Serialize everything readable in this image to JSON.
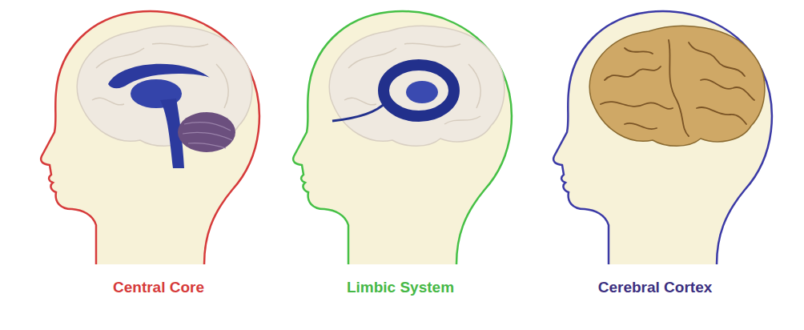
{
  "diagram": {
    "labels": [
      "Central Core",
      "Limbic System",
      "Cerebral Cortex"
    ]
  }
}
